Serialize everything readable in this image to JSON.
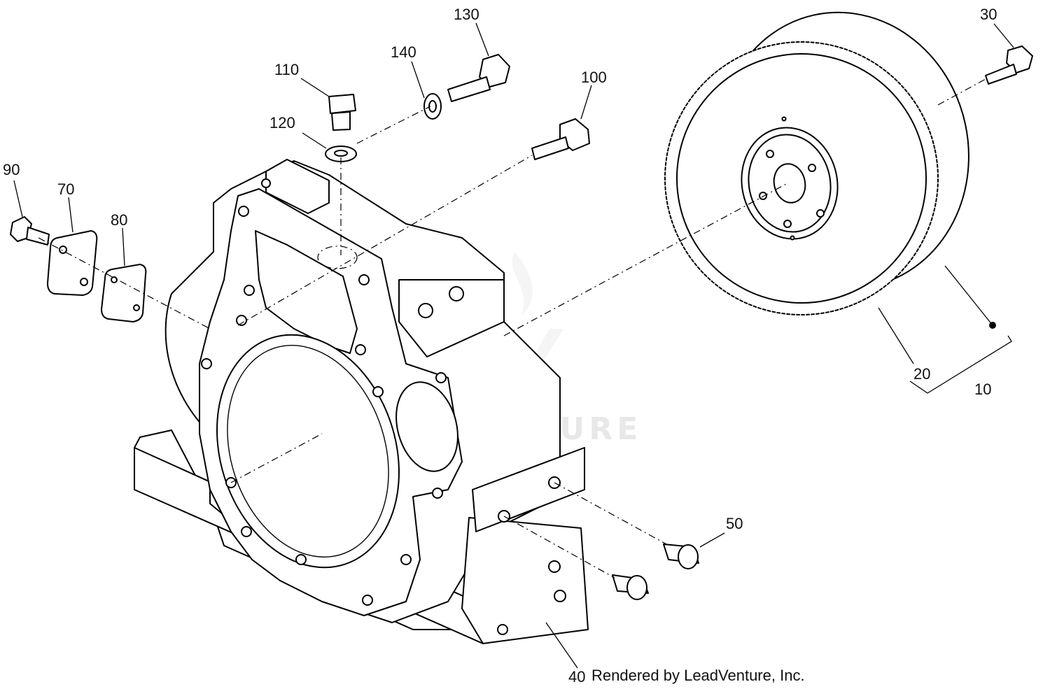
{
  "callouts": {
    "c10": "10",
    "c20": "20",
    "c30": "30",
    "c40": "40",
    "c50": "50",
    "c70": "70",
    "c80": "80",
    "c90": "90",
    "c100": "100",
    "c110": "110",
    "c120": "120",
    "c130": "130",
    "c140": "140"
  },
  "credit": "Rendered by LeadVenture, Inc.",
  "watermark": "LEADVENTURE",
  "icons": {
    "flywheel": "flywheel-icon",
    "housing": "flywheel-housing-icon",
    "bolt": "bolt-icon",
    "cover": "cover-plate-icon",
    "gasket": "gasket-icon",
    "dowel": "dowel-pin-icon",
    "plug": "plug-icon",
    "washer": "washer-icon",
    "logo": "leadventure-logo-icon"
  },
  "colors": {
    "line": "#000000",
    "background": "#ffffff",
    "watermark": "#e8e8e8"
  }
}
